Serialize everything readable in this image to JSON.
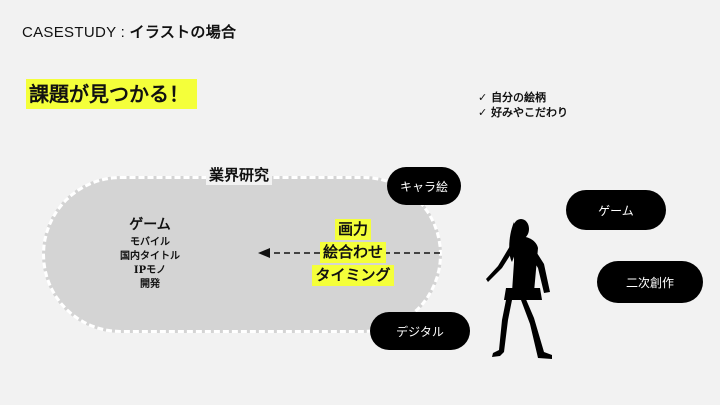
{
  "header": {
    "title_prefix": "CASESTUDY : ",
    "title_main": "イラストの場合"
  },
  "headline": "課題が見つかる！",
  "checks": [
    {
      "mark": "✓",
      "text": "自分の絵柄"
    },
    {
      "mark": "✓",
      "text": "好みやこだわり"
    }
  ],
  "field": {
    "label": "業界研究",
    "genre_head": "ゲーム",
    "genre_items": [
      "モバイル",
      "国内タイトル",
      "IPモノ",
      "開発"
    ]
  },
  "skills": [
    "画力",
    "絵合わせ",
    "タイミング"
  ],
  "pills": {
    "chara": "キャラ絵",
    "game": "ゲーム",
    "nijisousaku": "二次創作",
    "digital": "デジタル"
  },
  "colors": {
    "highlight": "#f4ff3a",
    "pill_bg": "#000000",
    "field_bg": "#d4d4d4",
    "page_bg": "#f2f2f2"
  },
  "icons": {
    "figure": "walking-woman-silhouette-icon",
    "arrow": "dashed-left-arrow-icon"
  }
}
